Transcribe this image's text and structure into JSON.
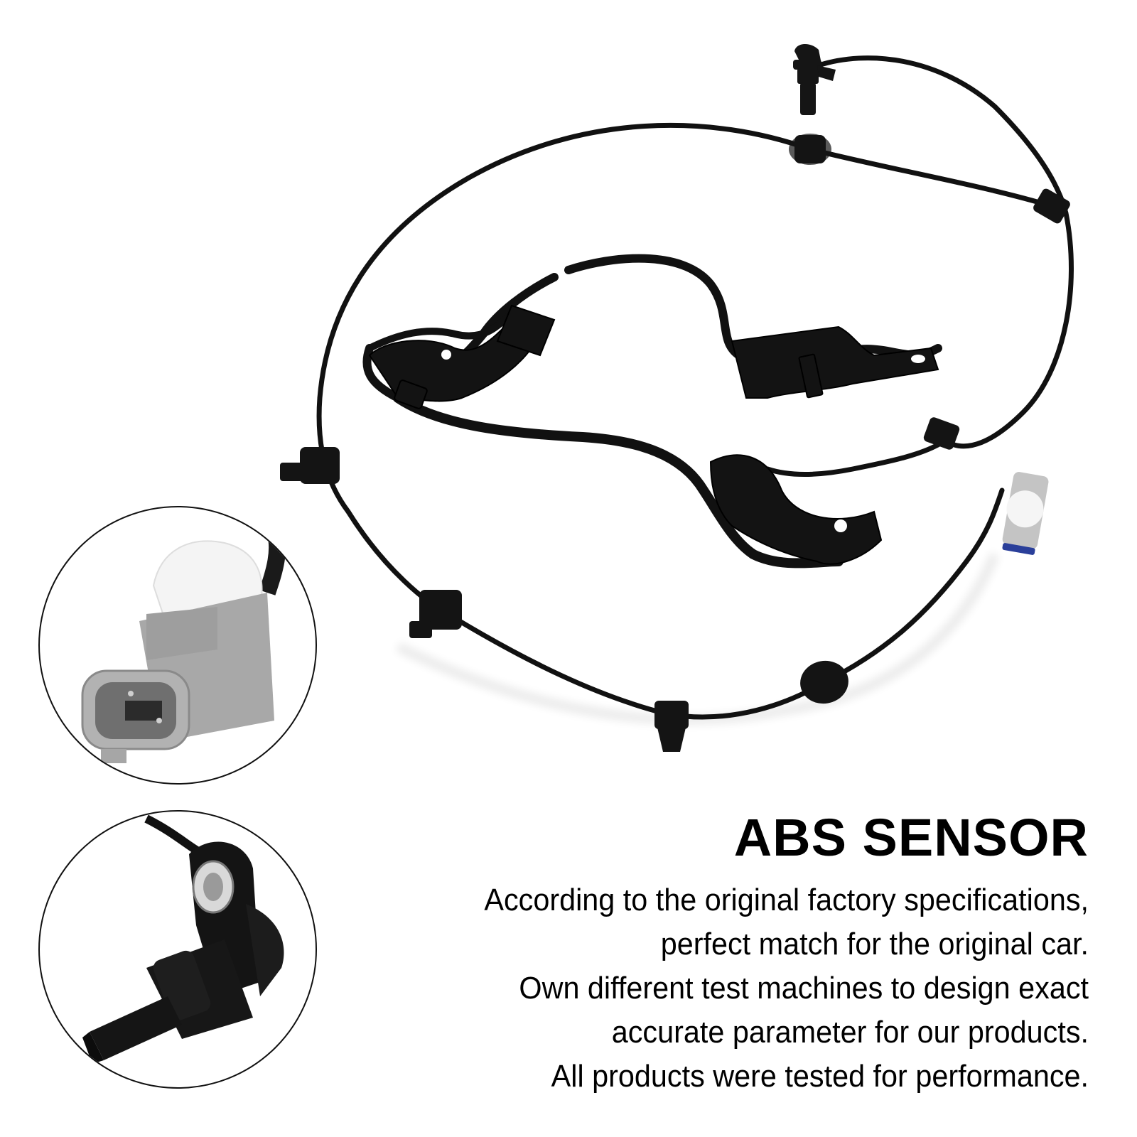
{
  "product": {
    "title": "ABS SENSOR",
    "description_lines": [
      "According to the original factory specifications,",
      "perfect match for the original car.",
      "Own different test machines to design exact ",
      "accurate parameter for our products.",
      "All products were tested for performance."
    ]
  },
  "details": {
    "connector": {
      "label": "connector-closeup",
      "body_color": "#a9a9a9",
      "clip_color": "#f2f2f2"
    },
    "sensor": {
      "label": "sensor-head-closeup",
      "body_color": "#141414"
    }
  },
  "colors": {
    "background": "#ffffff",
    "cable": "#111111",
    "text": "#000000",
    "connector_seal": "#2a3f9a"
  }
}
